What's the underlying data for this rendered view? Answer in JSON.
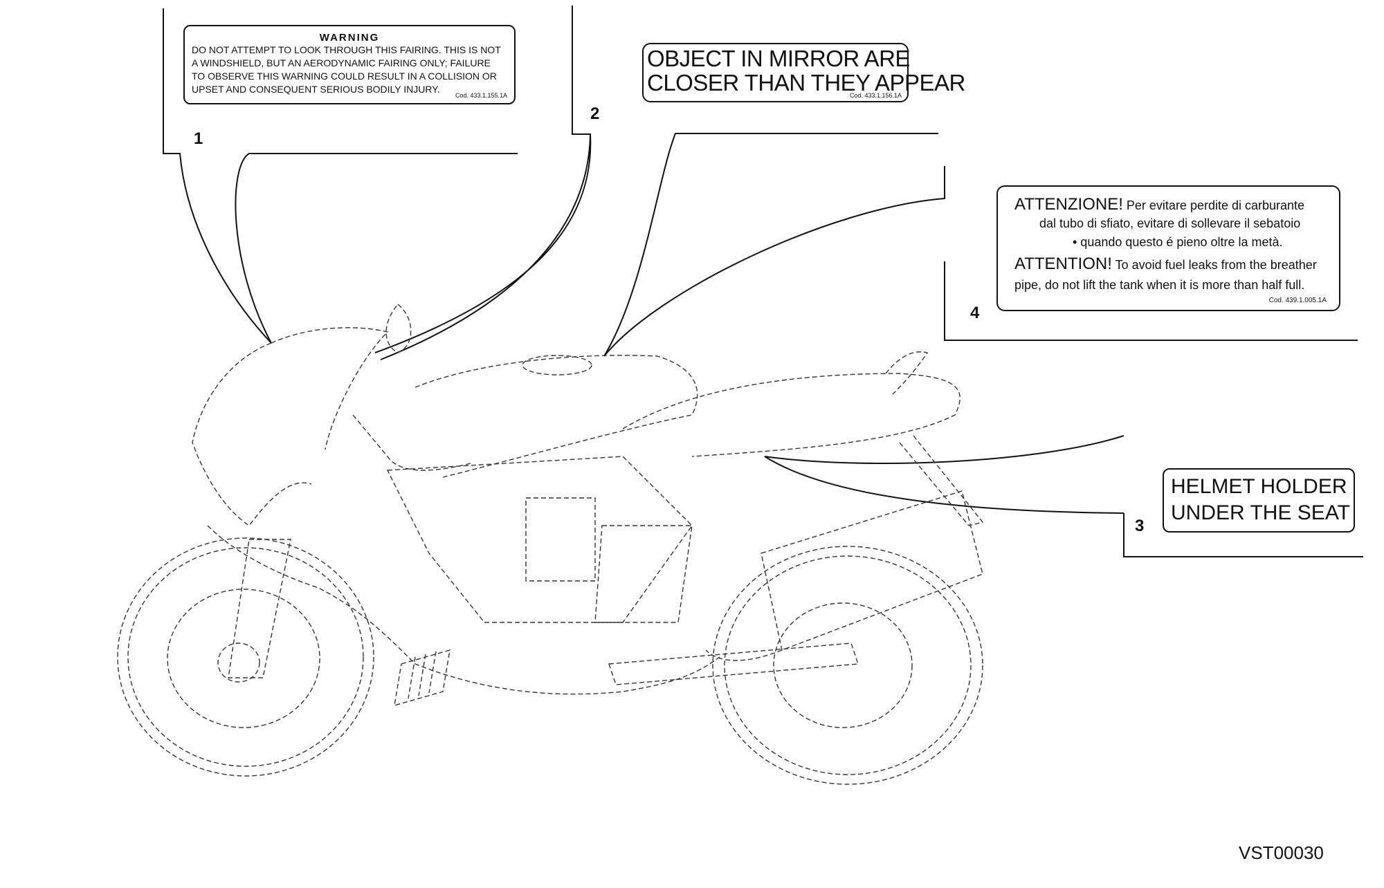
{
  "labels": {
    "label1": {
      "number": "1",
      "heading": "WARNING",
      "lines": [
        "DO NOT ATTEMPT TO LOOK THROUGH THIS FAIRING. THIS IS NOT",
        "A WINDSHIELD, BUT AN AERODYNAMIC FAIRING ONLY; FAILURE",
        "TO OBSERVE THIS WARNING COULD RESULT IN A COLLISION OR",
        "UPSET AND CONSEQUENT SERIOUS BODILY INJURY."
      ],
      "code": "Cod. 433.1.155.1A"
    },
    "label2": {
      "number": "2",
      "lines": [
        "OBJECT IN MIRROR ARE",
        "CLOSER THAN THEY APPEAR"
      ],
      "code": "Cod. 433.1.156.1A"
    },
    "label3": {
      "number": "3",
      "lines": [
        "HELMET HOLDER",
        "UNDER THE SEAT"
      ]
    },
    "label4": {
      "number": "4",
      "it_head": "ATTENZIONE!",
      "it_line1": "Per evitare perdite di carburante",
      "it_line2": "dal tubo di sfiato, evitare di sollevare il sebatoio",
      "it_line3": "• quando questo é pieno oltre la metà.",
      "en_head": "ATTENTION!",
      "en_line1": "To avoid fuel leaks from the breather",
      "en_line2": "pipe, do not lift the tank when it is more than half full.",
      "code": "Cod. 439.1.005.1A"
    }
  },
  "reference_code": "VST00030"
}
